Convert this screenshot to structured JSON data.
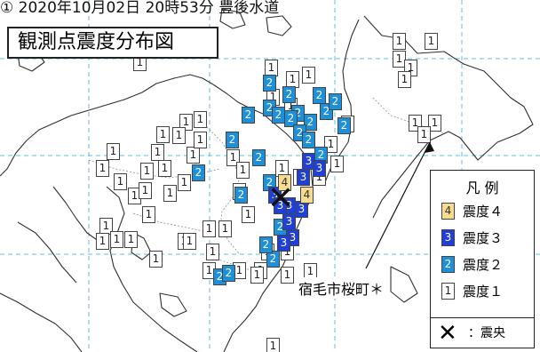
{
  "header": {
    "top_line": "① 2020年10月02日 20時53分 豊後水道",
    "map_title": "観測点震度分布図"
  },
  "map": {
    "station_label": "宿毛市桜町＊",
    "epicenter_symbol": "✕"
  },
  "legend": {
    "title": "凡 例",
    "items": [
      {
        "badge": "4",
        "label": "震度４",
        "color": "#f5dc8e"
      },
      {
        "badge": "3",
        "label": "震度３",
        "color": "#1f3fd6"
      },
      {
        "badge": "2",
        "label": "震度２",
        "color": "#1e8fd9"
      },
      {
        "badge": "1",
        "label": "震度１",
        "color": "#ffffff"
      }
    ],
    "epicenter_symbol": "✕",
    "epicenter_label": "：震央"
  },
  "intensity_markers": [
    "1",
    "1",
    "1",
    "1",
    "1",
    "1",
    "1",
    "1",
    "1",
    "1",
    "1",
    "1",
    "1",
    "1",
    "1",
    "1",
    "1",
    "1",
    "1",
    "1",
    "1",
    "1",
    "1",
    "1",
    "1",
    "1",
    "1",
    "1",
    "1",
    "1",
    "1",
    "1",
    "1",
    "1",
    "1",
    "1",
    "1",
    "1",
    "1",
    "1",
    "1",
    "1",
    "1",
    "1",
    "1",
    "1",
    "1",
    "1",
    "1",
    "1",
    "1",
    "1",
    "1",
    "1",
    "1",
    "1",
    "1",
    "1",
    "1",
    "1",
    "2",
    "2",
    "2",
    "2",
    "2",
    "2",
    "2",
    "2",
    "2",
    "2",
    "2",
    "2",
    "2",
    "2",
    "2",
    "2",
    "2",
    "2",
    "2",
    "2",
    "2",
    "2",
    "2",
    "2",
    "2",
    "3",
    "3",
    "3",
    "3",
    "3",
    "3",
    "3",
    "3",
    "3",
    "3",
    "4",
    "4"
  ],
  "colors": {
    "grid": "#5bc0d8",
    "coast": "#303030",
    "intensity_1": "#ffffff",
    "intensity_2": "#1e8fd9",
    "intensity_3": "#1f3fd6",
    "intensity_4": "#f5dc8e"
  }
}
